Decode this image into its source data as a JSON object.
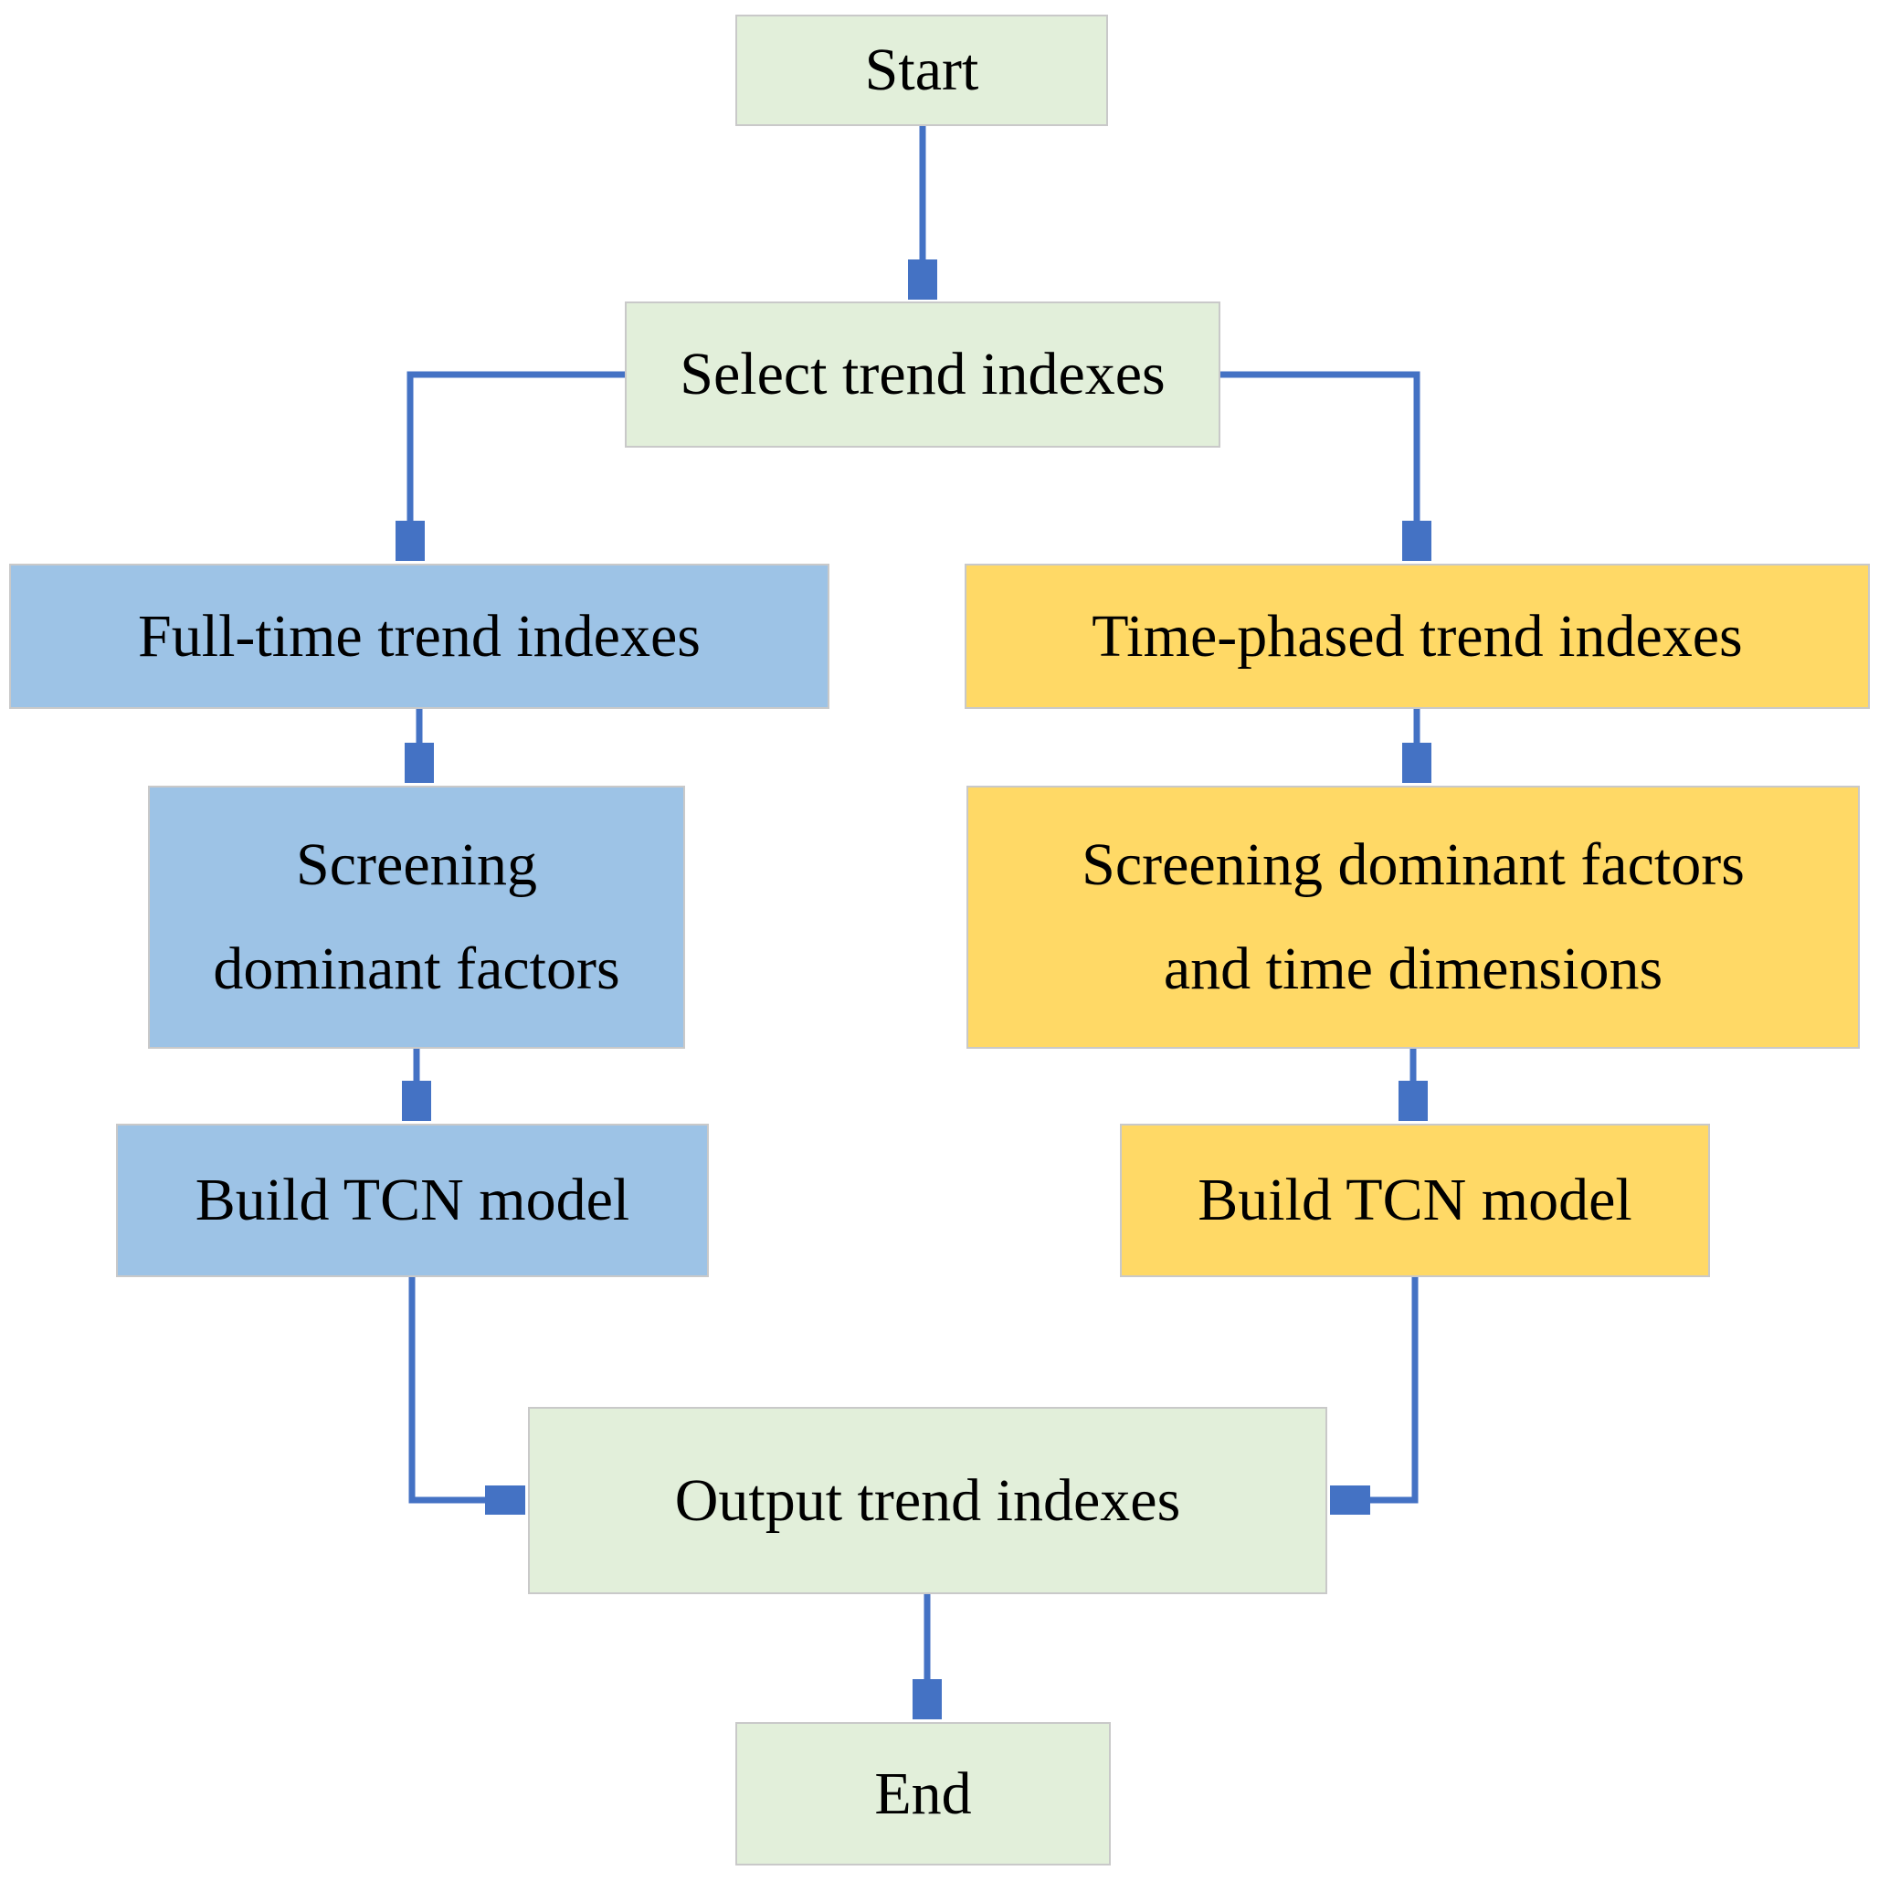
{
  "diagram": {
    "type": "flowchart",
    "nodes": {
      "start": {
        "lines": [
          "Start"
        ],
        "fill": "#e2efda"
      },
      "select_trend": {
        "lines": [
          "Select trend indexes"
        ],
        "fill": "#e2efda"
      },
      "full_time": {
        "lines": [
          "Full-time trend indexes"
        ],
        "fill": "#9dc3e6"
      },
      "time_phased": {
        "lines": [
          "Time-phased trend indexes"
        ],
        "fill": "#ffd966"
      },
      "screening_left": {
        "lines": [
          "Screening",
          "dominant factors"
        ],
        "fill": "#9dc3e6"
      },
      "screening_right": {
        "lines": [
          "Screening dominant factors",
          "and time dimensions"
        ],
        "fill": "#ffd966"
      },
      "build_tcn_left": {
        "lines": [
          "Build TCN model"
        ],
        "fill": "#9dc3e6"
      },
      "build_tcn_right": {
        "lines": [
          "Build TCN model"
        ],
        "fill": "#ffd966"
      },
      "output_trend": {
        "lines": [
          "Output trend indexes"
        ],
        "fill": "#e2efda"
      },
      "end": {
        "lines": [
          "End"
        ],
        "fill": "#e2efda"
      }
    },
    "edges": [
      {
        "from": "start",
        "to": "select_trend"
      },
      {
        "from": "select_trend",
        "to": "full_time"
      },
      {
        "from": "select_trend",
        "to": "time_phased"
      },
      {
        "from": "full_time",
        "to": "screening_left"
      },
      {
        "from": "time_phased",
        "to": "screening_right"
      },
      {
        "from": "screening_left",
        "to": "build_tcn_left"
      },
      {
        "from": "screening_right",
        "to": "build_tcn_right"
      },
      {
        "from": "build_tcn_left",
        "to": "output_trend"
      },
      {
        "from": "build_tcn_right",
        "to": "output_trend"
      },
      {
        "from": "output_trend",
        "to": "end"
      }
    ],
    "colors": {
      "arrow": "#4472c4",
      "border": "#c9c9c9",
      "text": "#000000",
      "green": "#e2efda",
      "blue": "#9dc3e6",
      "yellow": "#ffd966"
    }
  }
}
